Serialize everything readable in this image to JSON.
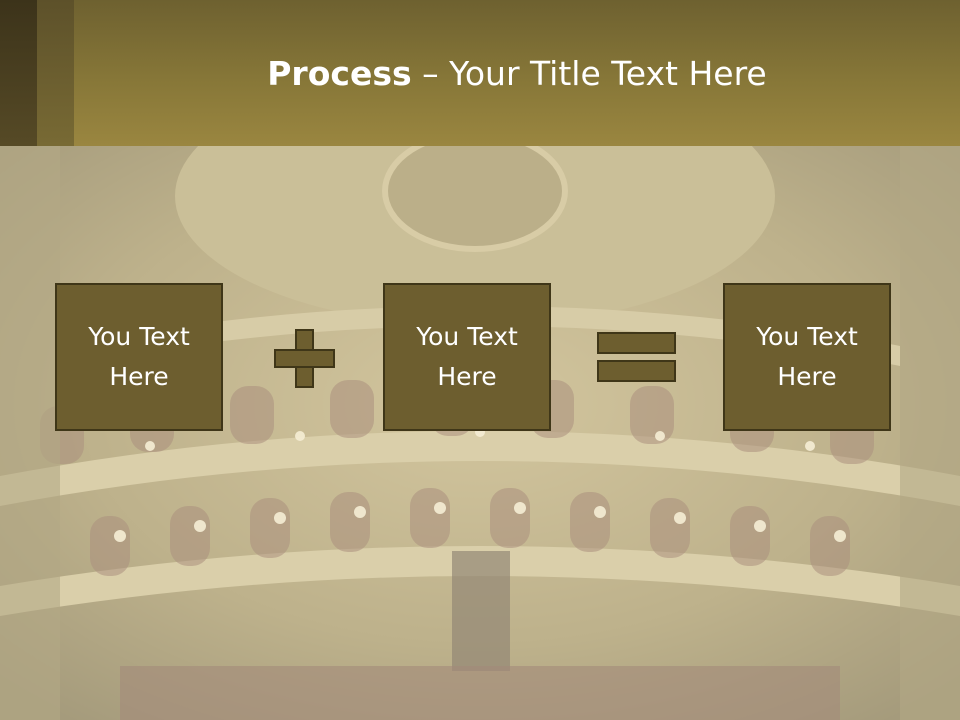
{
  "slide": {
    "title_bold": "Process",
    "title_rest": " – Your Title Text Here",
    "boxes": [
      {
        "label": "You Text Here"
      },
      {
        "label": "You Text Here"
      },
      {
        "label": "You Text Here"
      }
    ],
    "operators": [
      "plus",
      "equals"
    ]
  },
  "colors": {
    "header": "#877738",
    "box_fill": "#6d5e2f",
    "box_border": "#3f3618",
    "text": "#ffffff"
  }
}
